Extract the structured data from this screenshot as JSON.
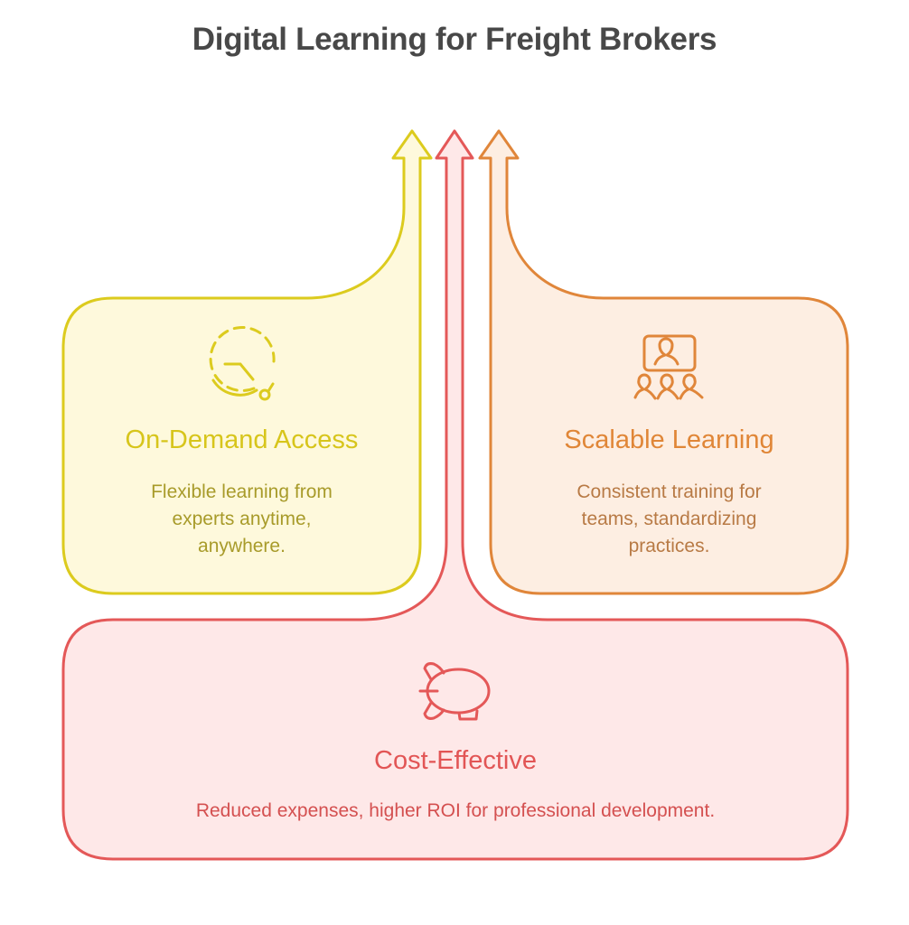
{
  "title": "Digital Learning for Freight Brokers",
  "colors": {
    "yellow_stroke": "#dccb1e",
    "yellow_fill": "#fef9dc",
    "orange_stroke": "#e0863a",
    "orange_fill": "#fdeee2",
    "red_stroke": "#e45858",
    "red_fill": "#fee8e8",
    "title_color": "#484848"
  },
  "sections": [
    {
      "id": "on-demand-access",
      "icon": "clock-icon",
      "heading": "On-Demand Access",
      "description_lines": [
        "Flexible learning from",
        "experts anytime,",
        "anywhere."
      ]
    },
    {
      "id": "scalable-learning",
      "icon": "group-presentation-icon",
      "heading": "Scalable Learning",
      "description_lines": [
        "Consistent training for",
        "teams, standardizing",
        "practices."
      ]
    },
    {
      "id": "cost-effective",
      "icon": "piggy-bank-icon",
      "heading": "Cost-Effective",
      "description_lines": [
        "Reduced expenses, higher ROI for professional development."
      ]
    }
  ]
}
